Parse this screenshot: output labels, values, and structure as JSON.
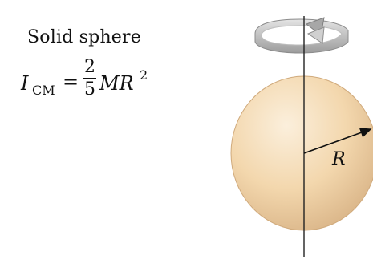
{
  "diagram": {
    "title": "Solid sphere",
    "formula": {
      "symbol": "I",
      "subscript": "CM",
      "equals": "=",
      "numerator": "2",
      "denominator": "5",
      "mass_radius": "MR",
      "exponent": "2"
    },
    "radius_label": "R",
    "colors": {
      "sphere_light": "#fbefdc",
      "sphere_mid": "#f3d7ad",
      "sphere_edge": "#d9b487",
      "axis": "#222222",
      "rotation_arrow": "#b8b8b8"
    },
    "icons": [
      "rotation-arrow-icon",
      "radius-arrow-icon"
    ]
  }
}
